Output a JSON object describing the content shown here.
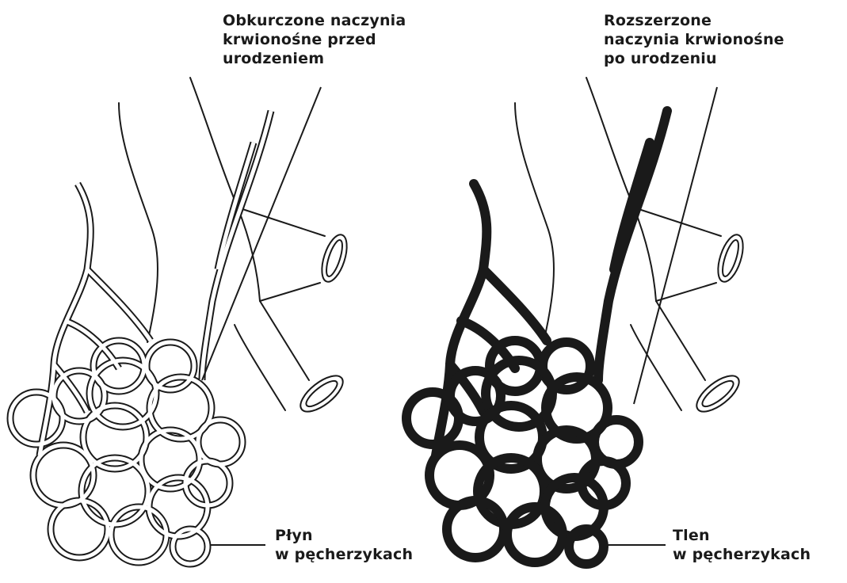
{
  "left_panel": {
    "vessel_label": [
      "Obkurczone naczynia",
      "krwionośne przed",
      "urodzeniem"
    ],
    "alveoli_label": [
      "Płyn",
      "w pęcherzykach"
    ]
  },
  "right_panel": {
    "vessel_label": [
      "Rozszerzone",
      "naczynia krwionośne",
      "po urodzeniu"
    ],
    "alveoli_label": [
      "Tlen",
      "w pęcherzykach"
    ]
  },
  "colors": {
    "ink": "#1a1a1a",
    "background": "#ffffff"
  }
}
